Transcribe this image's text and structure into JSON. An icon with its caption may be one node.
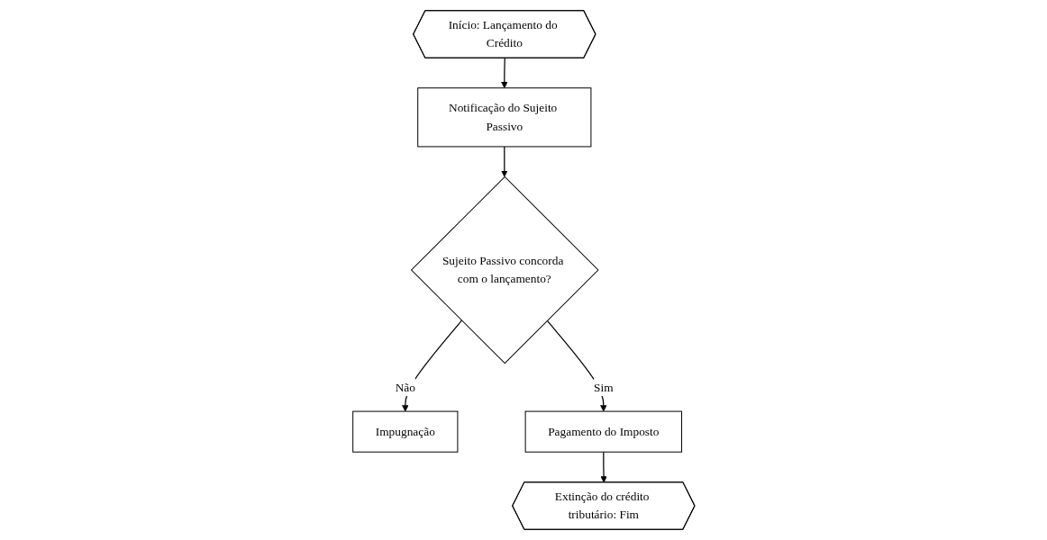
{
  "diagram": {
    "nodes": [
      {
        "text": [
          "Início: Lançamento do Crédito"
        ]
      },
      {
        "text": [
          "Notificação do Sujeito Passivo"
        ]
      },
      {
        "text": [
          "Sujeito Passivo concorda com o lançamento?"
        ]
      },
      {
        "text": [
          "Impugnação"
        ]
      },
      {
        "text": [
          "Pagamento do Imposto"
        ]
      },
      {
        "text": [
          "Extinção do crédito tributário: Fim"
        ]
      }
    ],
    "edges": [
      {
        "from": 0,
        "to": 1,
        "arrow": "to"
      },
      {
        "from": 1,
        "to": 2,
        "arrow": "to"
      },
      {
        "from": 2,
        "to": 3,
        "arrow": "to",
        "label": "Não"
      },
      {
        "from": 2,
        "to": 4,
        "arrow": "to",
        "label": "Sim"
      },
      {
        "from": 4,
        "to": 5,
        "arrow": "to"
      }
    ]
  }
}
